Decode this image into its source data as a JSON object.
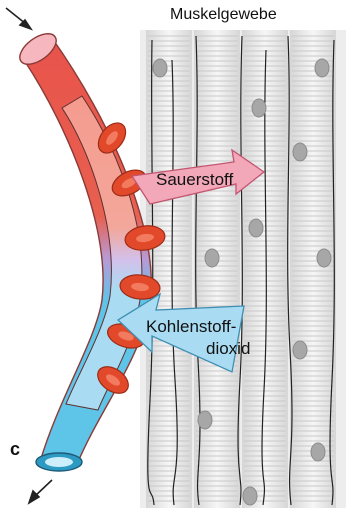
{
  "labels": {
    "tissue": "Muskelgewebe",
    "oxygen": "Sauerstoff",
    "co2_line1": "Kohlenstoff-",
    "co2_line2": "dioxid",
    "panel_letter": "c"
  },
  "colors": {
    "artery": "#e8534b",
    "vein": "#5ec4e8",
    "transition": "#b89ad6",
    "red_cell": "#e2492a",
    "oxygen_arrow": "#f2a8b8",
    "co2_arrow": "#a9dcf2",
    "muscle_fiber": "#ececec"
  }
}
